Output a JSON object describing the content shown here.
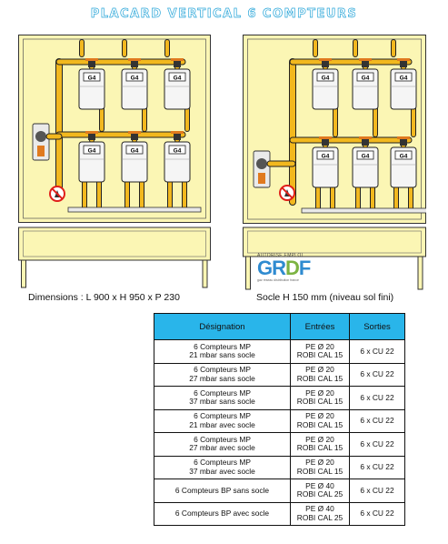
{
  "title": "PLACARD VERTICAL 6 COMPTEURS",
  "meter_label": "G4",
  "captions": {
    "left": "Dimensions : L 900 x H 950 x P 230",
    "right": "Socle H 150 mm (niveau sol fini)"
  },
  "logo": {
    "top_text": "AUTORISE EMPLOI",
    "word": "GRDF",
    "sub_text": "gaz réseau distribution france"
  },
  "table": {
    "headers": [
      "Désignation",
      "Entrées",
      "Sorties"
    ],
    "rows": [
      {
        "designation": [
          "6 Compteurs MP",
          "21 mbar sans socle"
        ],
        "entrees": [
          "PE Ø 20",
          "ROBI CAL 15"
        ],
        "sorties": "6 x CU 22"
      },
      {
        "designation": [
          "6 Compteurs MP",
          "27 mbar sans socle"
        ],
        "entrees": [
          "PE Ø 20",
          "ROBI CAL 15"
        ],
        "sorties": "6 x CU 22"
      },
      {
        "designation": [
          "6 Compteurs MP",
          "37 mbar sans socle"
        ],
        "entrees": [
          "PE Ø 20",
          "ROBI CAL 15"
        ],
        "sorties": "6 x CU 22"
      },
      {
        "designation": [
          "6 Compteurs MP",
          "21 mbar avec socle"
        ],
        "entrees": [
          "PE Ø 20",
          "ROBI CAL 15"
        ],
        "sorties": "6 x CU 22"
      },
      {
        "designation": [
          "6 Compteurs MP",
          "27 mbar avec socle"
        ],
        "entrees": [
          "PE Ø 20",
          "ROBI CAL 15"
        ],
        "sorties": "6 x CU 22"
      },
      {
        "designation": [
          "6 Compteurs MP",
          "37 mbar avec socle"
        ],
        "entrees": [
          "PE Ø 20",
          "ROBI CAL 15"
        ],
        "sorties": "6 x CU 22"
      },
      {
        "designation": [
          "6 Compteurs BP sans socle"
        ],
        "entrees": [
          "PE Ø 40",
          "ROBI CAL 25"
        ],
        "sorties": "6 x CU 22"
      },
      {
        "designation": [
          "6 Compteurs BP avec socle"
        ],
        "entrees": [
          "PE Ø 40",
          "ROBI CAL 25"
        ],
        "sorties": "6 x CU 22"
      }
    ]
  },
  "colors": {
    "cabinet": "#fbf6b4",
    "pipe": "#f2b81e",
    "header": "#29b5ea",
    "title_outline": "#2aa6d9",
    "prohibition": "#e0201b"
  }
}
